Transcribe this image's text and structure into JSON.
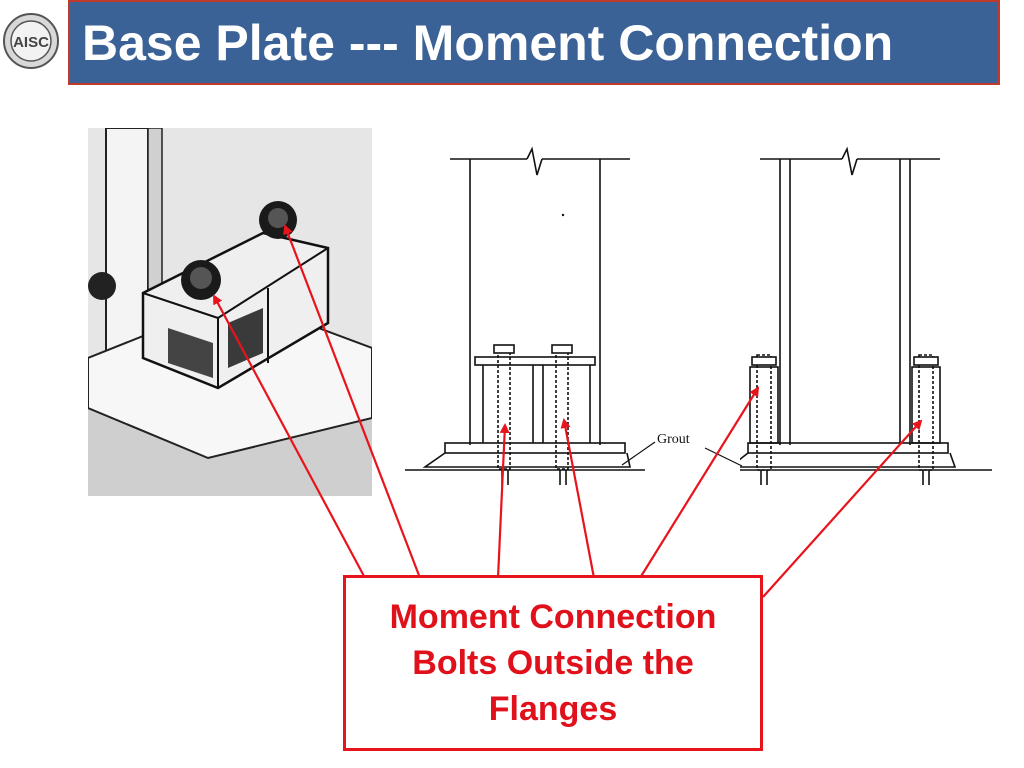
{
  "slide": {
    "title": "Base Plate --- Moment Connection",
    "logo_text": "AISC",
    "colors": {
      "title_bar": "#3a6296",
      "title_border": "#c0392b",
      "callout_red": "#e0111b",
      "arrow_red": "#e8141c"
    }
  },
  "drawing": {
    "grout_label": "Grout"
  },
  "callout": {
    "lines": [
      "Moment Connection",
      "Bolts Outside the",
      "Flanges"
    ]
  }
}
